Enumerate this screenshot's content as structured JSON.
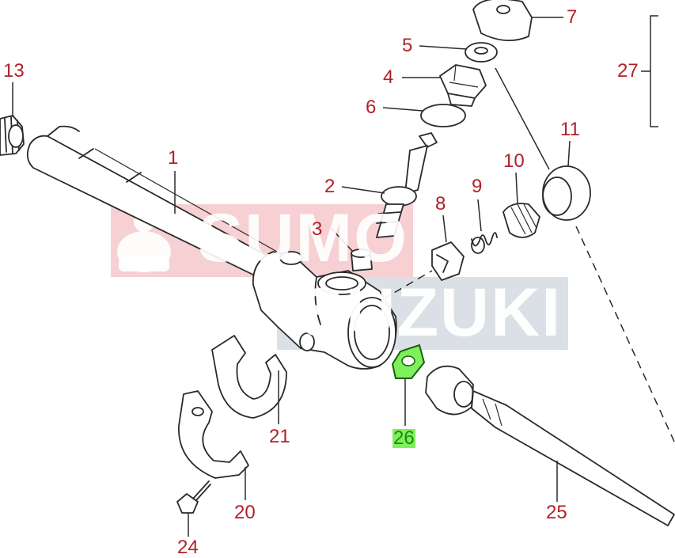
{
  "watermarks": {
    "sumo": "SUMO",
    "suzuki": "SUZUKI"
  },
  "colors": {
    "callout_text": "#b0212a",
    "highlight_fill": "#7ef05a",
    "highlight_text": "#1b8a17",
    "part_stroke": "#2a2a2a"
  },
  "highlighted_part": "26",
  "callouts": {
    "c1": "1",
    "c2": "2",
    "c3": "3",
    "c4": "4",
    "c5": "5",
    "c6": "6",
    "c7": "7",
    "c8": "8",
    "c9": "9",
    "c10": "10",
    "c11": "11",
    "c13": "13",
    "c20": "20",
    "c21": "21",
    "c24": "24",
    "c25": "25",
    "c26": "26",
    "c27": "27"
  }
}
